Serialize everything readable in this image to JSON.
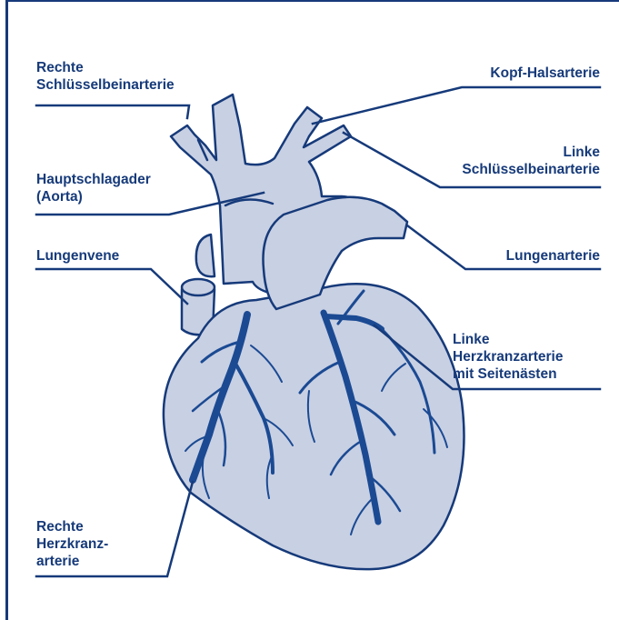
{
  "colors": {
    "outline": "#163a7a",
    "heart_fill": "#c8d0e3",
    "vessel": "#1b4a93",
    "text": "#163a7a"
  },
  "labels": {
    "right_subclavian": [
      "Rechte",
      "Schlüsselbeinarterie"
    ],
    "head_neck_artery": [
      "Kopf-Halsarterie"
    ],
    "aorta": [
      "Hauptschlagader",
      "(Aorta)"
    ],
    "left_subclavian": [
      "Linke",
      "Schlüsselbeinarterie"
    ],
    "pulmonary_vein": [
      "Lungenvene"
    ],
    "pulmonary_artery": [
      "Lungenarterie"
    ],
    "left_coronary": [
      "Linke",
      "Herzkranzarterie",
      "mit Seitenästen"
    ],
    "right_coronary": [
      "Rechte",
      "Herzkranz-",
      "arterie"
    ]
  }
}
